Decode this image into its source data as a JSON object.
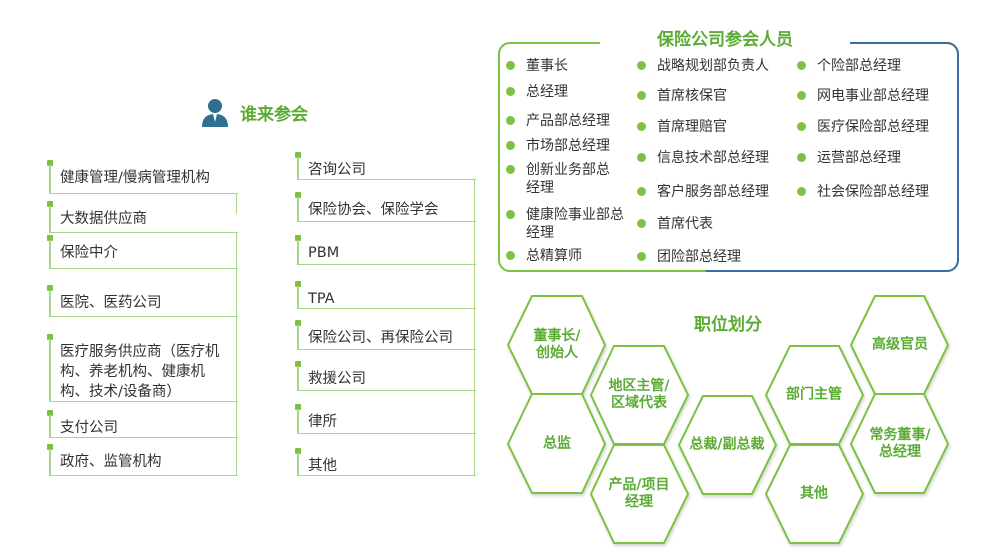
{
  "who": {
    "title": "谁来参会",
    "icon": "person-icon",
    "left_list": [
      "健康管理/慢病管理机构",
      "大数据供应商",
      "保险中介",
      "医院、医药公司",
      "医疗服务供应商（医疗机构、养老机构、健康机构、技术/设备商）",
      "支付公司",
      "政府、监管机构"
    ],
    "right_list": [
      "咨询公司",
      "保险协会、保险学会",
      "PBM",
      "TPA",
      "保险公司、再保险公司",
      "救援公司",
      "律所",
      "其他"
    ]
  },
  "staff": {
    "title": "保险公司参会人员",
    "col1": [
      "董事长",
      "总经理",
      "产品部总经理",
      "市场部总经理",
      "创新业务部总经理",
      "健康险事业部总经理",
      "总精算师"
    ],
    "col2": [
      "战略规划部负责人",
      "首席核保官",
      "首席理赔官",
      "信息技术部总经理",
      "客户服务部总经理",
      "首席代表",
      "团险部总经理"
    ],
    "col3": [
      "个险部总经理",
      "网电事业部总经理",
      "医疗保险部总经理",
      "运营部总经理",
      "社会保险部总经理"
    ]
  },
  "positions": {
    "title": "职位划分",
    "hexes": [
      "董事长/创始人",
      "地区主管/区域代表",
      "总监",
      "产品/项目经理",
      "总裁/副总裁",
      "部门主管",
      "其他",
      "高级官员",
      "常务董事/总经理"
    ]
  },
  "colors": {
    "accent_green": "#5bab35",
    "bullet_green": "#7cc242",
    "box_blue": "#3b6ea7"
  }
}
